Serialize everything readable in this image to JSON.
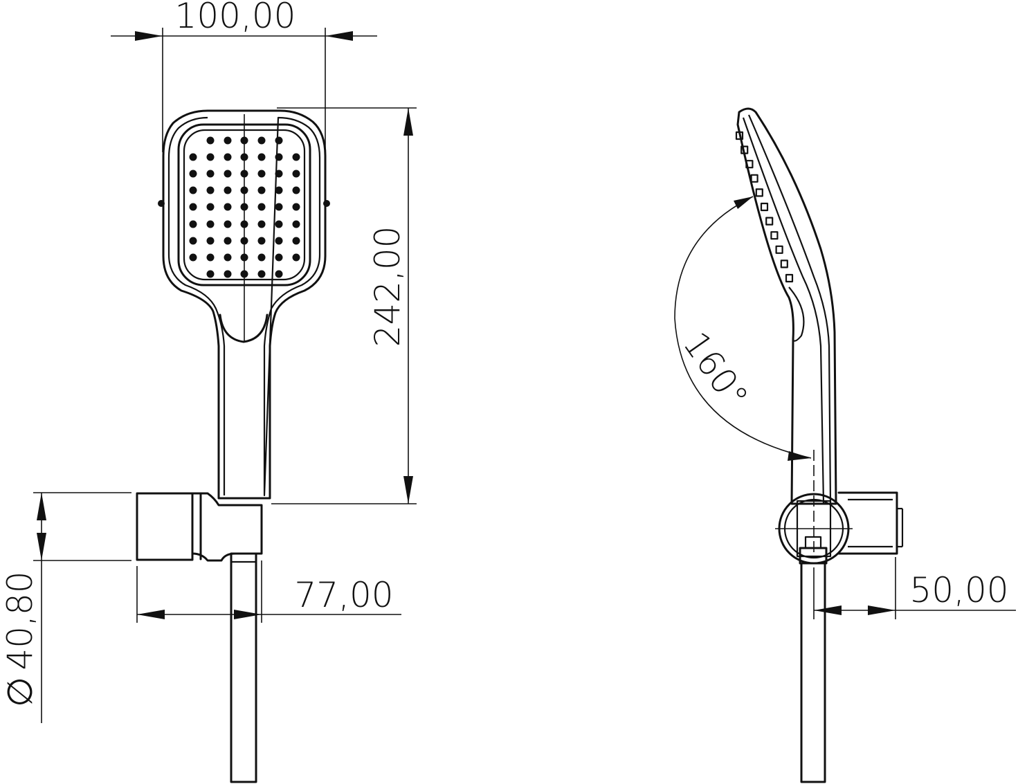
{
  "dimensions": {
    "width_top": "100,00",
    "height_total": "242,00",
    "diameter_holder": "40,80",
    "diameter_symbol": "∅",
    "holder_depth": "77,00",
    "side_offset": "50,00",
    "tilt_angle": "160°"
  }
}
